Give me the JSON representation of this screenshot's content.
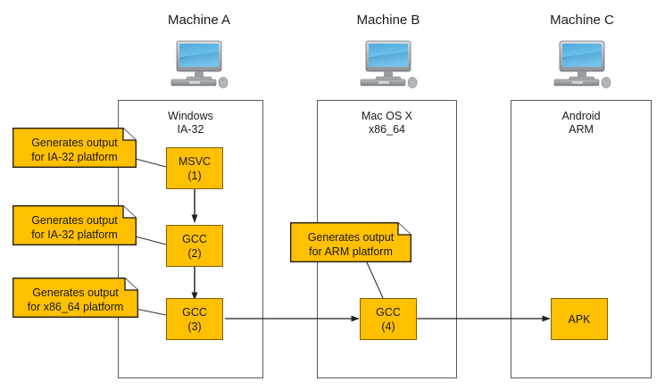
{
  "diagram": {
    "title_text_color": "#1a1a1a",
    "node_fill": "#FFC000",
    "node_border": "#7f6000",
    "container_border": "#595959",
    "arrow_color": "#333333"
  },
  "machines": [
    {
      "id": "machine-a",
      "title": "Machine A",
      "icon": "desktop-computer-icon",
      "platform": "Windows\nIA-32"
    },
    {
      "id": "machine-b",
      "title": "Machine B",
      "icon": "desktop-computer-icon",
      "platform": "Mac OS X\nx86_64"
    },
    {
      "id": "machine-c",
      "title": "Machine C",
      "icon": "desktop-computer-icon",
      "platform": "Android\nARM"
    }
  ],
  "nodes": [
    {
      "id": "msvc-1",
      "line1": "MSVC",
      "line2": "(1)"
    },
    {
      "id": "gcc-2",
      "line1": "GCC",
      "line2": "(2)"
    },
    {
      "id": "gcc-3",
      "line1": "GCC",
      "line2": "(3)"
    },
    {
      "id": "gcc-4",
      "line1": "GCC",
      "line2": "(4)"
    },
    {
      "id": "apk",
      "line1": "APK",
      "line2": ""
    }
  ],
  "notes": [
    {
      "id": "note-ia32-msvc",
      "text": "Generates output\nfor IA-32 platform"
    },
    {
      "id": "note-ia32-gcc2",
      "text": "Generates output\nfor IA-32 platform"
    },
    {
      "id": "note-x8664-gcc3",
      "text": "Generates output\nfor x86_64 platform"
    },
    {
      "id": "note-arm-gcc4",
      "text": "Generates output\nfor ARM platform"
    }
  ]
}
